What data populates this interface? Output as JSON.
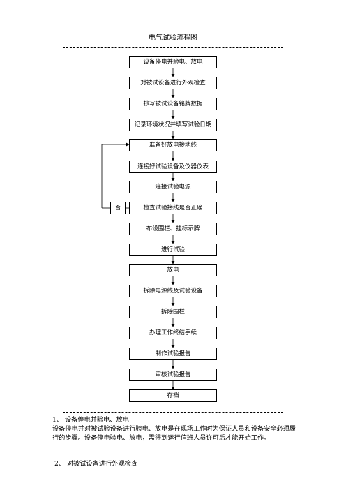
{
  "title": "电气试验流程图",
  "steps": [
    "设备停电并验电、放电",
    "对被试设备进行外观检查",
    "抄写被试设备铭牌数据",
    "记录环境状况并填写试验日期",
    "准备好放电接地线",
    "连接好试验设备及仪器仪表",
    "连接试验电源",
    "检查试验接线是否正确",
    "布设围栏、挂标示牌",
    "进行试验",
    "放电",
    "拆除电源线及试验设备",
    "拆除围栏",
    "办理工作终结手续",
    "制作试验报告",
    "审核试验报告",
    "存档"
  ],
  "loop_label": "否",
  "sections": [
    {
      "heading": "1、 设备停电并验电、放电"
    },
    {
      "body": "设备停电并对被试验设备进行验电、放电是在现场工作时为保证人员和设备安全必须履行的步骤。设备停电验电、放电，需得到运行值班人员许可后才能开始工作。"
    },
    {
      "heading": "2、 对被试设备进行外观检查"
    }
  ]
}
